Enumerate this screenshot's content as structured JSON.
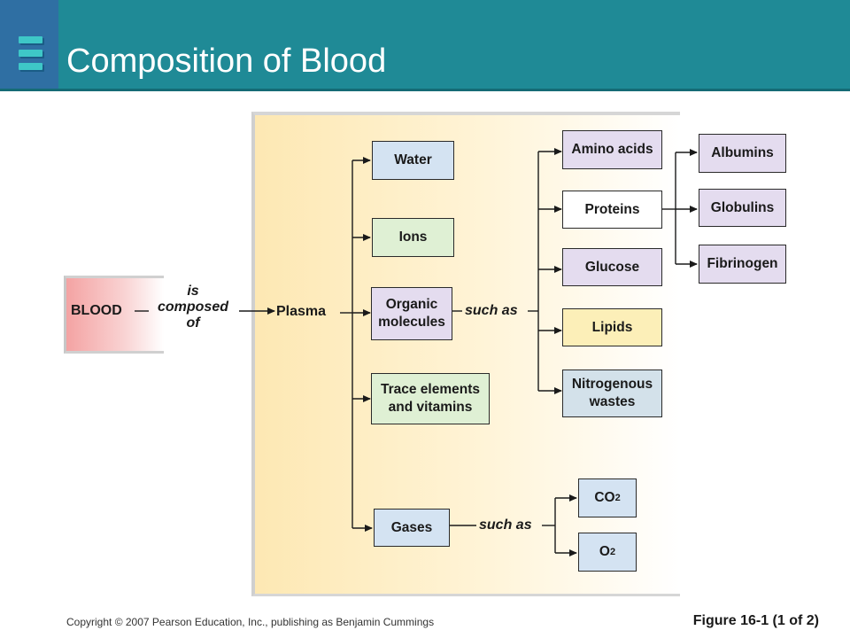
{
  "slide": {
    "title": "Composition of Blood",
    "copyright": "Copyright © 2007 Pearson Education, Inc., publishing as Benjamin Cummings",
    "figure_label": "Figure 16-1 (1 of 2)"
  },
  "diagram": {
    "blood": "BLOOD",
    "is_composed_of": [
      "is",
      "composed",
      "of"
    ],
    "plasma": "Plasma",
    "plasma_components": {
      "water": "Water",
      "ions": "Ions",
      "organic_molecules": [
        "Organic",
        "molecules"
      ],
      "trace": [
        "Trace elements",
        "and vitamins"
      ],
      "gases": "Gases"
    },
    "such_as": "such as",
    "organic": {
      "amino_acids": "Amino acids",
      "proteins": "Proteins",
      "glucose": "Glucose",
      "lipids": "Lipids",
      "nitrogenous": [
        "Nitrogenous",
        "wastes"
      ]
    },
    "proteins": {
      "albumins": "Albumins",
      "globulins": "Globulins",
      "fibrinogen": "Fibrinogen"
    },
    "gases": {
      "co2_base": "CO",
      "co2_sub": "2",
      "o2_base": "O",
      "o2_sub": "2"
    }
  }
}
